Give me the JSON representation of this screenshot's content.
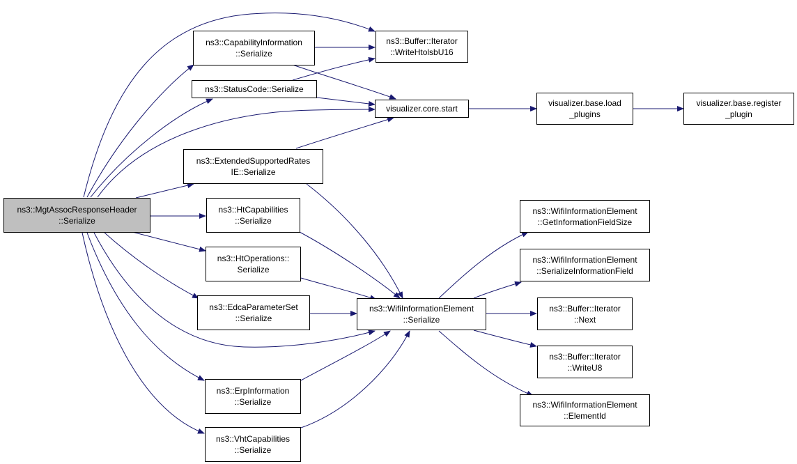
{
  "colors": {
    "edge": "#191970",
    "root_fill": "#bfbfbf",
    "node_fill": "#ffffff",
    "border": "#000000"
  },
  "nodes": {
    "root": {
      "line1": "ns3::MgtAssocResponseHeader",
      "line2": "::Serialize"
    },
    "capinfo": {
      "line1": "ns3::CapabilityInformation",
      "line2": "::Serialize"
    },
    "status": {
      "line1": "ns3::StatusCode::Serialize",
      "line2": ""
    },
    "extrates": {
      "line1": "ns3::ExtendedSupportedRates",
      "line2": "IE::Serialize"
    },
    "htcap": {
      "line1": "ns3::HtCapabilities",
      "line2": "::Serialize"
    },
    "htop": {
      "line1": "ns3::HtOperations::",
      "line2": "Serialize"
    },
    "edca": {
      "line1": "ns3::EdcaParameterSet",
      "line2": "::Serialize"
    },
    "erp": {
      "line1": "ns3::ErpInformation",
      "line2": "::Serialize"
    },
    "vht": {
      "line1": "ns3::VhtCapabilities",
      "line2": "::Serialize"
    },
    "write16": {
      "line1": "ns3::Buffer::Iterator",
      "line2": "::WriteHtolsbU16"
    },
    "vstart": {
      "line1": "visualizer.core.start",
      "line2": ""
    },
    "wifiser": {
      "line1": "ns3::WifiInformationElement",
      "line2": "::Serialize"
    },
    "loadplug": {
      "line1": "visualizer.base.load",
      "line2": "_plugins"
    },
    "regplug": {
      "line1": "visualizer.base.register",
      "line2": "_plugin"
    },
    "getsize": {
      "line1": "ns3::WifiInformationElement",
      "line2": "::GetInformationFieldSize"
    },
    "serfield": {
      "line1": "ns3::WifiInformationElement",
      "line2": "::SerializeInformationField"
    },
    "next": {
      "line1": "ns3::Buffer::Iterator",
      "line2": "::Next"
    },
    "writeu8": {
      "line1": "ns3::Buffer::Iterator",
      "line2": "::WriteU8"
    },
    "elemid": {
      "line1": "ns3::WifiInformationElement",
      "line2": "::ElementId"
    }
  }
}
